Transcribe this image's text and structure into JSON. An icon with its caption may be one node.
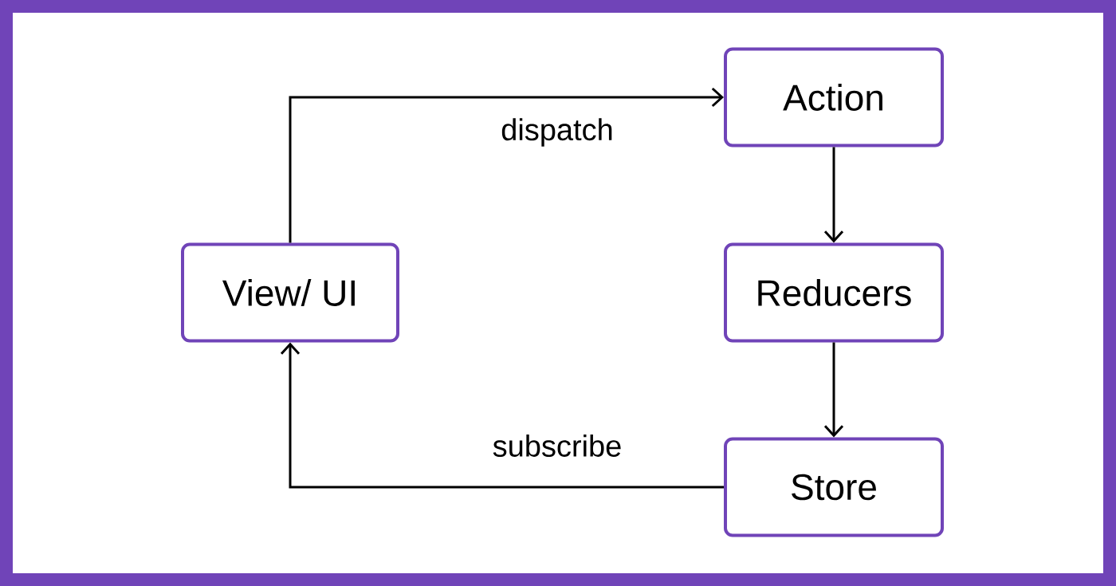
{
  "diagram": {
    "nodes": [
      {
        "text": [
          "Action"
        ]
      },
      {
        "text": [
          "View/ UI"
        ]
      },
      {
        "text": [
          "Reducers"
        ]
      },
      {
        "text": [
          "Store"
        ]
      }
    ],
    "edges": [
      {
        "from": 1,
        "to": 0,
        "arrow": "to",
        "label": "dispatch"
      },
      {
        "from": 0,
        "to": 2,
        "arrow": "to"
      },
      {
        "from": 2,
        "to": 3,
        "arrow": "to"
      },
      {
        "from": 3,
        "to": 1,
        "arrow": "to",
        "label": "subscribe"
      }
    ]
  }
}
